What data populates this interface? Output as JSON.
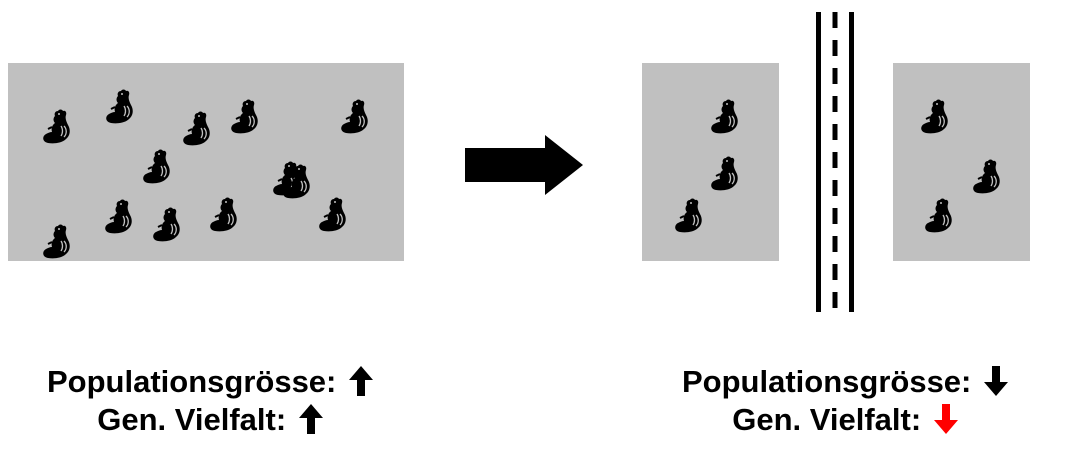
{
  "colors": {
    "habitat": "#c0c0c0",
    "animal": "#000000",
    "arrow": "#000000",
    "trend_neutral": "#000000",
    "trend_alert": "#ff0000"
  },
  "icons": {
    "animal": "squirrel-icon",
    "transition": "right-arrow-icon",
    "barrier": "road-icon",
    "increase": "arrow-up-icon",
    "decrease": "arrow-down-icon"
  },
  "before": {
    "squirrel_count": 13,
    "labels": {
      "population_size": "Populationsgrösse:",
      "genetic_diversity": "Gen. Vielfalt:"
    },
    "population_trend": "up",
    "diversity_trend": "up"
  },
  "after": {
    "left_patch_squirrel_count": 3,
    "right_patch_squirrel_count": 3,
    "labels": {
      "population_size": "Populationsgrösse:",
      "genetic_diversity": "Gen. Vielfalt:"
    },
    "population_trend": "down",
    "diversity_trend": "down"
  }
}
